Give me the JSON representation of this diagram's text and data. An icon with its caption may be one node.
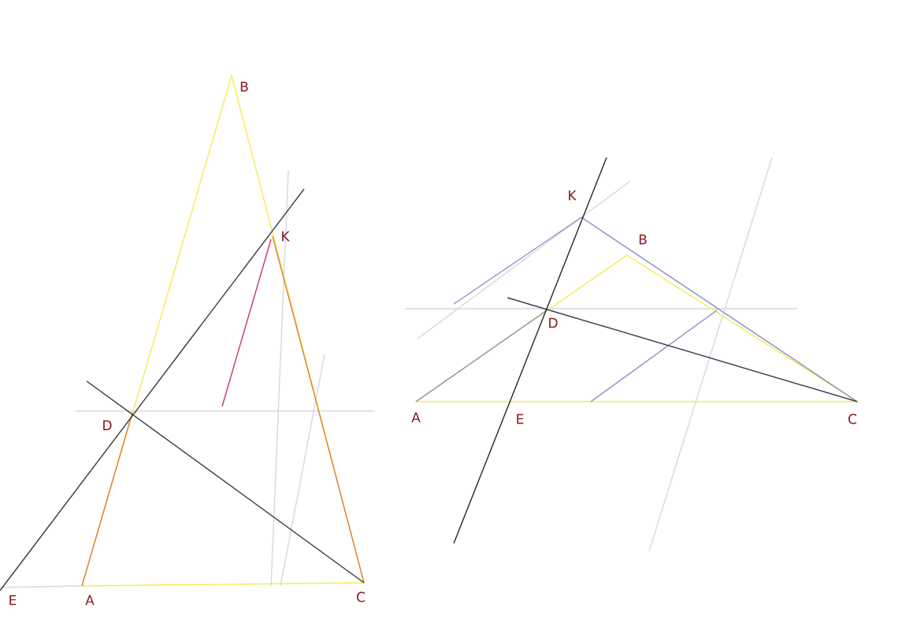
{
  "diagram": {
    "labels": [
      "B",
      "K",
      "D",
      "E",
      "A",
      "C",
      "K",
      "B",
      "D",
      "A",
      "E",
      "C"
    ]
  }
}
